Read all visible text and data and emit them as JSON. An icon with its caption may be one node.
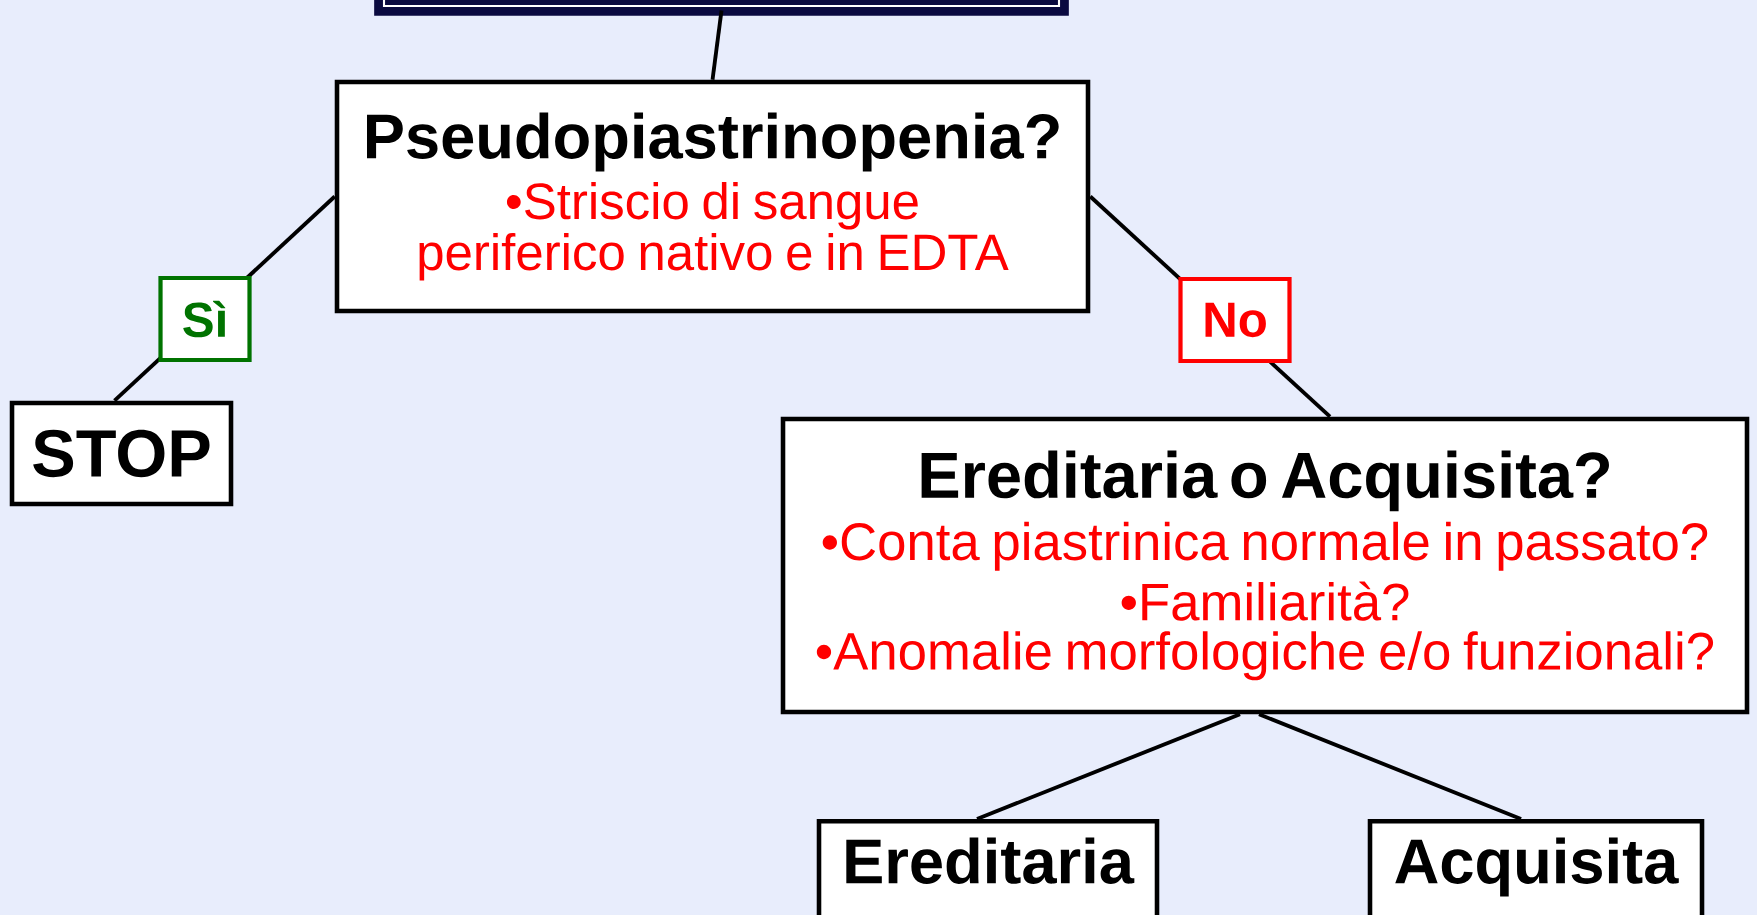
{
  "diagram": {
    "nodes": [
      {
        "text": [],
        "shape": "box"
      },
      {
        "text": [
          "Pseudopiastrinopenia?",
          "•Striscio di sangue periferico nativo e in EDTA"
        ]
      },
      {
        "text": [
          "STOP"
        ]
      },
      {
        "text": [
          "Ereditaria o Acquisita?",
          "•Conta piastrinica normale in passato?",
          "•Familiarità?",
          "•Anomalie morfologiche e/o funzionali?"
        ]
      },
      {
        "text": [
          "Ereditaria"
        ]
      },
      {
        "text": [
          "Acquisita"
        ]
      }
    ],
    "edges": [
      {
        "from": 0,
        "to": 1,
        "arrow": "none"
      },
      {
        "from": 1,
        "to": 2,
        "arrow": "none",
        "label": "Sì"
      },
      {
        "from": 1,
        "to": 3,
        "arrow": "none",
        "label": "No"
      },
      {
        "from": 3,
        "to": 4,
        "arrow": "none"
      },
      {
        "from": 3,
        "to": 5,
        "arrow": "none"
      }
    ]
  }
}
